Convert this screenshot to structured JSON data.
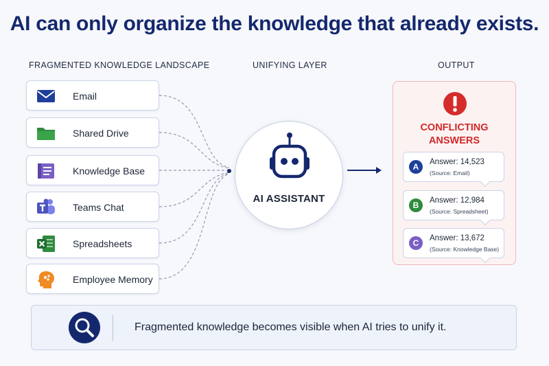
{
  "title": "AI can only organize the knowledge that already exists.",
  "columns": {
    "sources": "FRAGMENTED KNOWLEDGE LANDSCAPE",
    "middle": "UNIFYING LAYER",
    "output": "OUTPUT"
  },
  "sources": [
    {
      "label": "Email",
      "icon": "email-icon"
    },
    {
      "label": "Shared Drive",
      "icon": "folder-icon"
    },
    {
      "label": "Knowledge Base",
      "icon": "book-icon"
    },
    {
      "label": "Teams Chat",
      "icon": "teams-icon"
    },
    {
      "label": "Spreadsheets",
      "icon": "spreadsheet-icon"
    },
    {
      "label": "Employee Memory",
      "icon": "head-brain-icon"
    }
  ],
  "assistant": {
    "label": "AI ASSISTANT",
    "icon": "robot-icon"
  },
  "output": {
    "heading": "CONFLICTING ANSWERS",
    "icon": "alert-icon",
    "answers": [
      {
        "letter": "A",
        "value": "Answer: 14,523",
        "source": "(Source: Email)",
        "color": "#1e3f9a"
      },
      {
        "letter": "B",
        "value": "Answer: 12,984",
        "source": "(Source: Spreadsheet)",
        "color": "#2e8b3e"
      },
      {
        "letter": "C",
        "value": "Answer: 13,672",
        "source": "(Source: Knowledge Base)",
        "color": "#7a5fc4"
      }
    ]
  },
  "footer": {
    "text": "Fragmented knowledge becomes visible when AI tries to unify it.",
    "icon": "magnifier-icon"
  },
  "colors": {
    "navy": "#14286e",
    "alert_red": "#d62b2b"
  }
}
